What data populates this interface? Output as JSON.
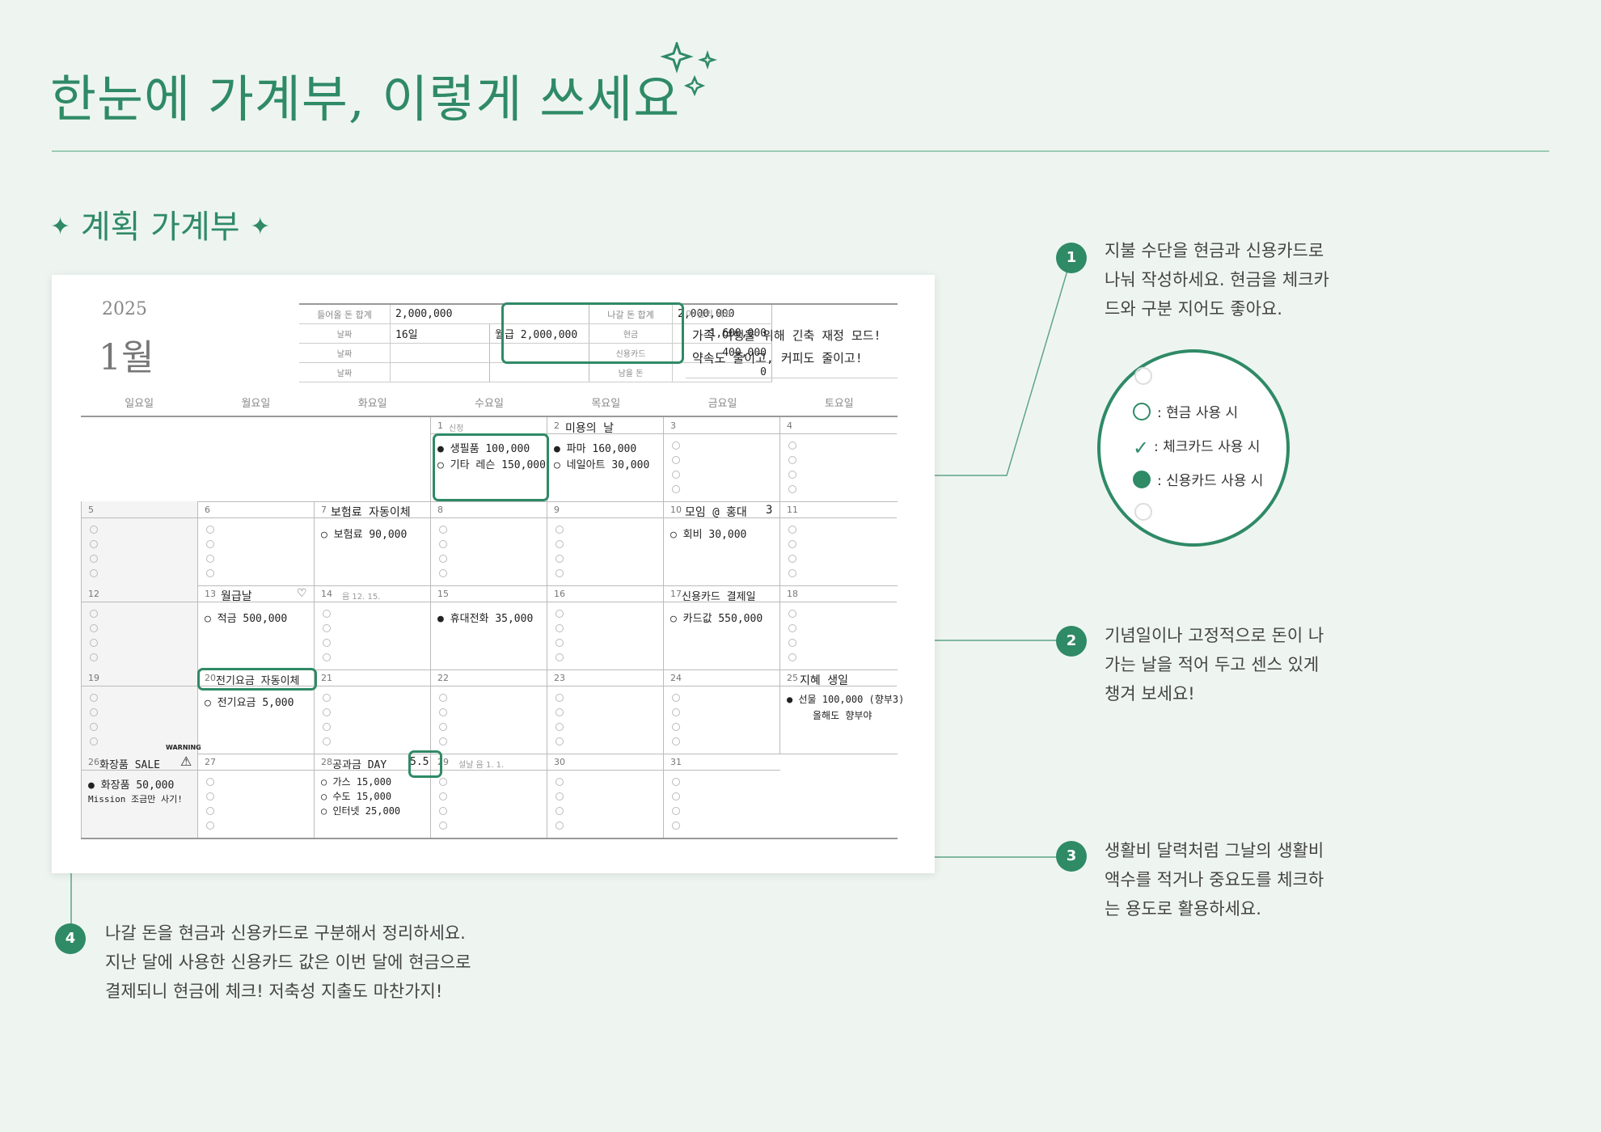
{
  "title": "한눈에 가계부, 이렇게 쓰세요",
  "section_title": "계획 가계부",
  "section_star": "✦",
  "planner": {
    "year": "2025",
    "month": "1월",
    "summary": {
      "income_label": "들어올 돈 합계",
      "income_value": "2,000,000",
      "date_label": "날짜",
      "income_date": "16일",
      "income_item": "월급 2,000,000",
      "expense_label": "나갈 돈 합계",
      "expense_value": "2,000,000",
      "cash_label": "현금",
      "cash_value": "1,600,000",
      "card_label": "신용카드",
      "card_value": "400,000",
      "remain_label": "남을 돈",
      "remain_value": "0",
      "goal_label": "이 달의 목표",
      "goal_line1": "가족 여행을 위해 긴축 재정 모드!",
      "goal_line2": "약속도 줄이고, 커피도 줄이고!"
    },
    "weekdays": [
      "일요일",
      "월요일",
      "화요일",
      "수요일",
      "목요일",
      "금요일",
      "토요일"
    ],
    "days": {
      "d1": "1",
      "d1_hol": "신정",
      "d2": "2",
      "d2_note": "미용의 날",
      "d3": "3",
      "d4": "4",
      "d5": "5",
      "d6": "6",
      "d7": "7",
      "d7_note": "보험료 자동이체",
      "d8": "8",
      "d9": "9",
      "d10": "10",
      "d10_note": "모임 @ 홍대",
      "d10_extra": "3",
      "d11": "11",
      "d12": "12",
      "d13": "13",
      "d13_note": "월급날",
      "d14": "14",
      "d14_hol": "음 12. 15.",
      "d15": "15",
      "d16": "16",
      "d17": "17",
      "d17_note": "신용카드 결제일",
      "d18": "18",
      "d19": "19",
      "d20": "20",
      "d20_note": "전기요금 자동이체",
      "d21": "21",
      "d22": "22",
      "d23": "23",
      "d24": "24",
      "d25": "25",
      "d25_note": "지혜 생일",
      "d26": "26",
      "d26_note": "화장품 SALE",
      "d26_warn": "WARNING",
      "d27": "27",
      "d28": "28",
      "d28_note": "공과금 DAY",
      "d28_extra": "5.5",
      "d29": "29",
      "d29_hol": "설날 음 1. 1.",
      "d30": "30",
      "d31": "31"
    },
    "entries": {
      "e1a": "● 생필품 100,000",
      "e1b": "○ 기타 레슨 150,000",
      "e2a": "● 파마 160,000",
      "e2b": "○ 네일아트 30,000",
      "e7": "○ 보험료 90,000",
      "e10": "○ 회비 30,000",
      "e13": "○ 적금 500,000",
      "e15": "● 휴대전화 35,000",
      "e17": "○ 카드값 550,000",
      "e20": "○ 전기요금 5,000",
      "e25a": "● 선물 100,000 (향부3)",
      "e25b": "올해도 향부야",
      "e26a": "● 화장품 50,000",
      "e26b": "Mission 조금만 사기!",
      "e28a": "○ 가스 15,000",
      "e28b": "○ 수도 15,000",
      "e28c": "○ 인터넷 25,000"
    }
  },
  "legend": {
    "cash": ": 현금 사용 시",
    "check": ": 체크카드 사용 시",
    "credit": ": 신용카드 사용 시"
  },
  "callouts": [
    {
      "num": "1",
      "lines": [
        "지불 수단을 현금과 신용카드로",
        "나눠 작성하세요. 현금을 체크카",
        "드와 구분 지어도 좋아요."
      ]
    },
    {
      "num": "2",
      "lines": [
        "기념일이나 고정적으로 돈이 나",
        "가는 날을 적어 두고 센스 있게",
        "챙겨 보세요!"
      ]
    },
    {
      "num": "3",
      "lines": [
        "생활비 달력처럼 그날의 생활비",
        "액수를 적거나 중요도를 체크하",
        "는 용도로 활용하세요."
      ]
    },
    {
      "num": "4",
      "lines": [
        "나갈 돈을 현금과 신용카드로 구분해서 정리하세요.",
        "지난 달에 사용한 신용카드 값은 이번 달에 현금으로",
        "결제되니 현금에 체크! 저축성 지출도 마찬가지!"
      ]
    }
  ],
  "colors": {
    "accent": "#2f8a66",
    "background": "#eef5f1"
  }
}
